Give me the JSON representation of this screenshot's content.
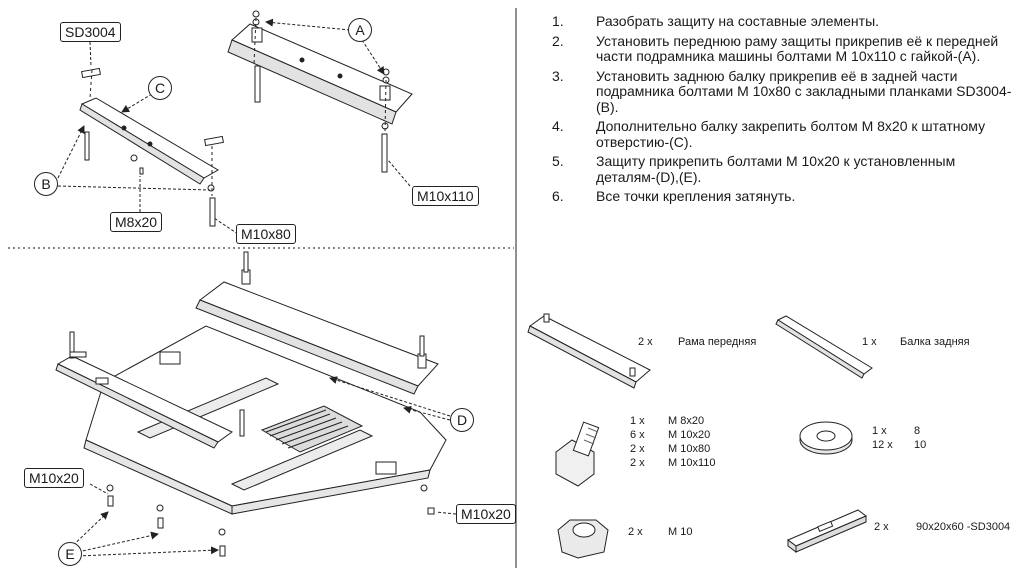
{
  "instructions": [
    {
      "num": "1.",
      "text": "Разобрать защиту на составные элементы."
    },
    {
      "num": "2.",
      "text": "Установить переднюю раму защиты прикрепив её к передней части подрамника машины болтами М 10х110 с гайкой-(А)."
    },
    {
      "num": "3.",
      "text": "Установить заднюю балку прикрепив её в задней части подрамника болтами М 10х80 с закладными планками SD3004-(В)."
    },
    {
      "num": "4.",
      "text": "Дополнительно балку закрепить болтом М 8х20 к штатному отверстию-(С)."
    },
    {
      "num": "5.",
      "text": "Защиту прикрепить болтами М 10х20 к установленным деталям-(D),(E)."
    },
    {
      "num": "6.",
      "text": "Все  точки крепления затянуть."
    }
  ],
  "callouts": {
    "A": "A",
    "B": "B",
    "C": "C",
    "D": "D",
    "E": "E",
    "sd3004": "SD3004",
    "m8x20": "M8x20",
    "m10x80": "M10x80",
    "m10x110": "M10x110",
    "m10x20_left": "M10x20",
    "m10x20_right": "M10x20"
  },
  "parts": {
    "front_frame": {
      "qty": "2 x",
      "name": "Рама передняя"
    },
    "rear_beam": {
      "qty": "1 x",
      "name": "Балка задняя"
    },
    "bolts": {
      "qty": [
        "1 x",
        "6 x",
        "2 x",
        "2 x"
      ],
      "sizes": [
        "M 8x20",
        "M 10x20",
        "M 10x80",
        "M 10x110"
      ]
    },
    "washers": {
      "qty": [
        "1 x",
        "12 x"
      ],
      "sizes": [
        "8",
        "10"
      ]
    },
    "nuts": {
      "qty": "2 x",
      "name": "M 10"
    },
    "plates": {
      "qty": "2 x",
      "name": "90x20x60 -SD3004"
    }
  },
  "colors": {
    "line": "#222222",
    "fill": "#ffffff",
    "shade": "#d8d8d8"
  }
}
